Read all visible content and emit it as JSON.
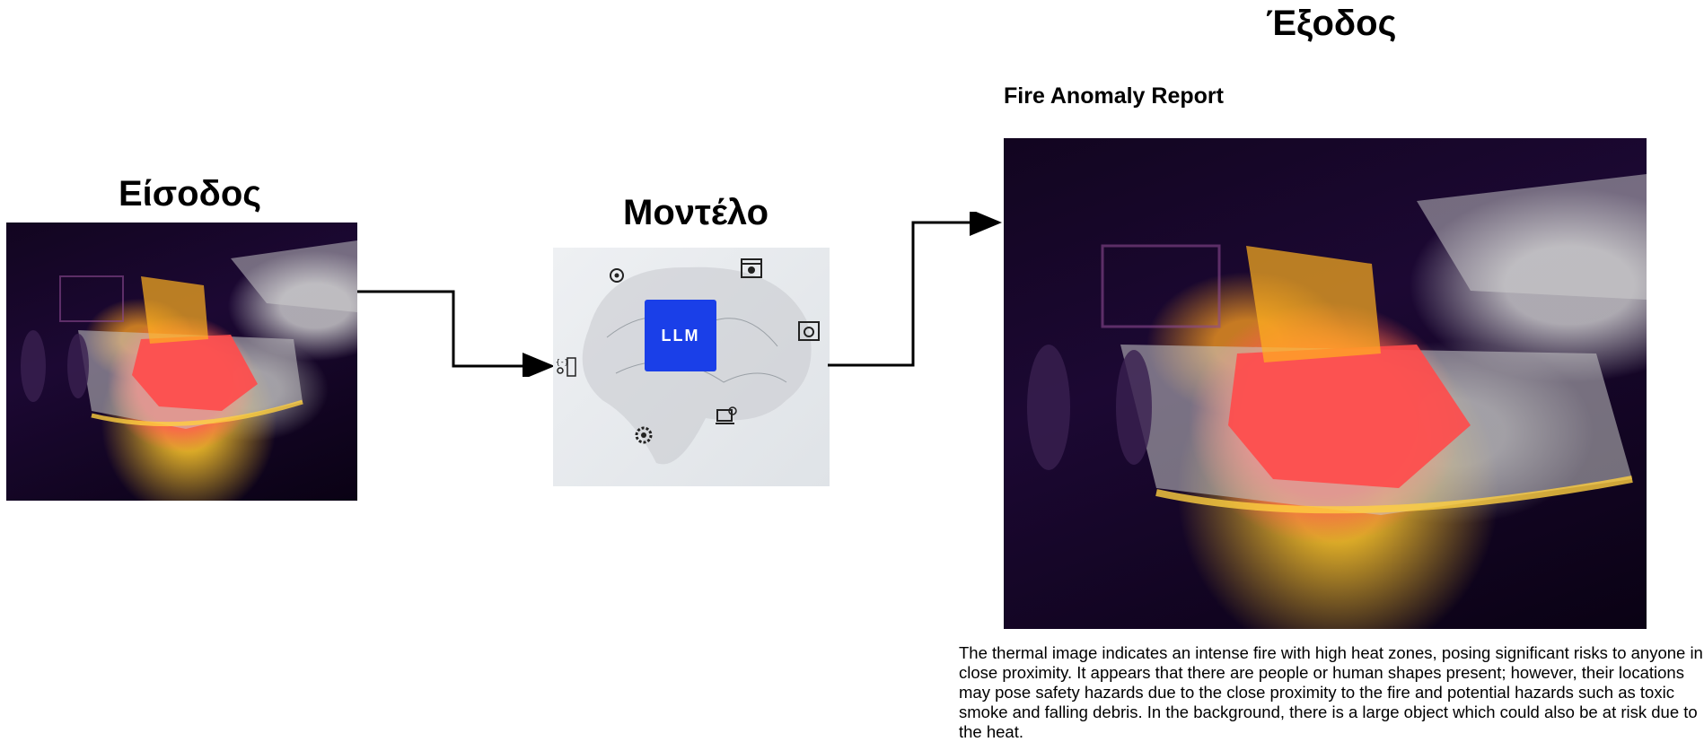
{
  "input": {
    "title": "Είσοδος"
  },
  "model": {
    "title": "Μοντέλο",
    "llm_label": "LLM"
  },
  "output": {
    "title": "Έξοδος",
    "report_title": "Fire Anomaly Report",
    "report_text": "The thermal image indicates an intense fire with high heat zones, posing significant risks to anyone in close proximity. It appears that there are people or human shapes present; however, their locations may pose safety hazards due to the close proximity to the fire and potential hazards such as toxic smoke and falling debris. In the background, there is a large object which could also be at risk due to the heat."
  },
  "icons": [
    "gear-icon",
    "bug-window-icon",
    "settings-window-icon",
    "code-person-icon",
    "laptop-gear-icon",
    "cog-icon"
  ]
}
